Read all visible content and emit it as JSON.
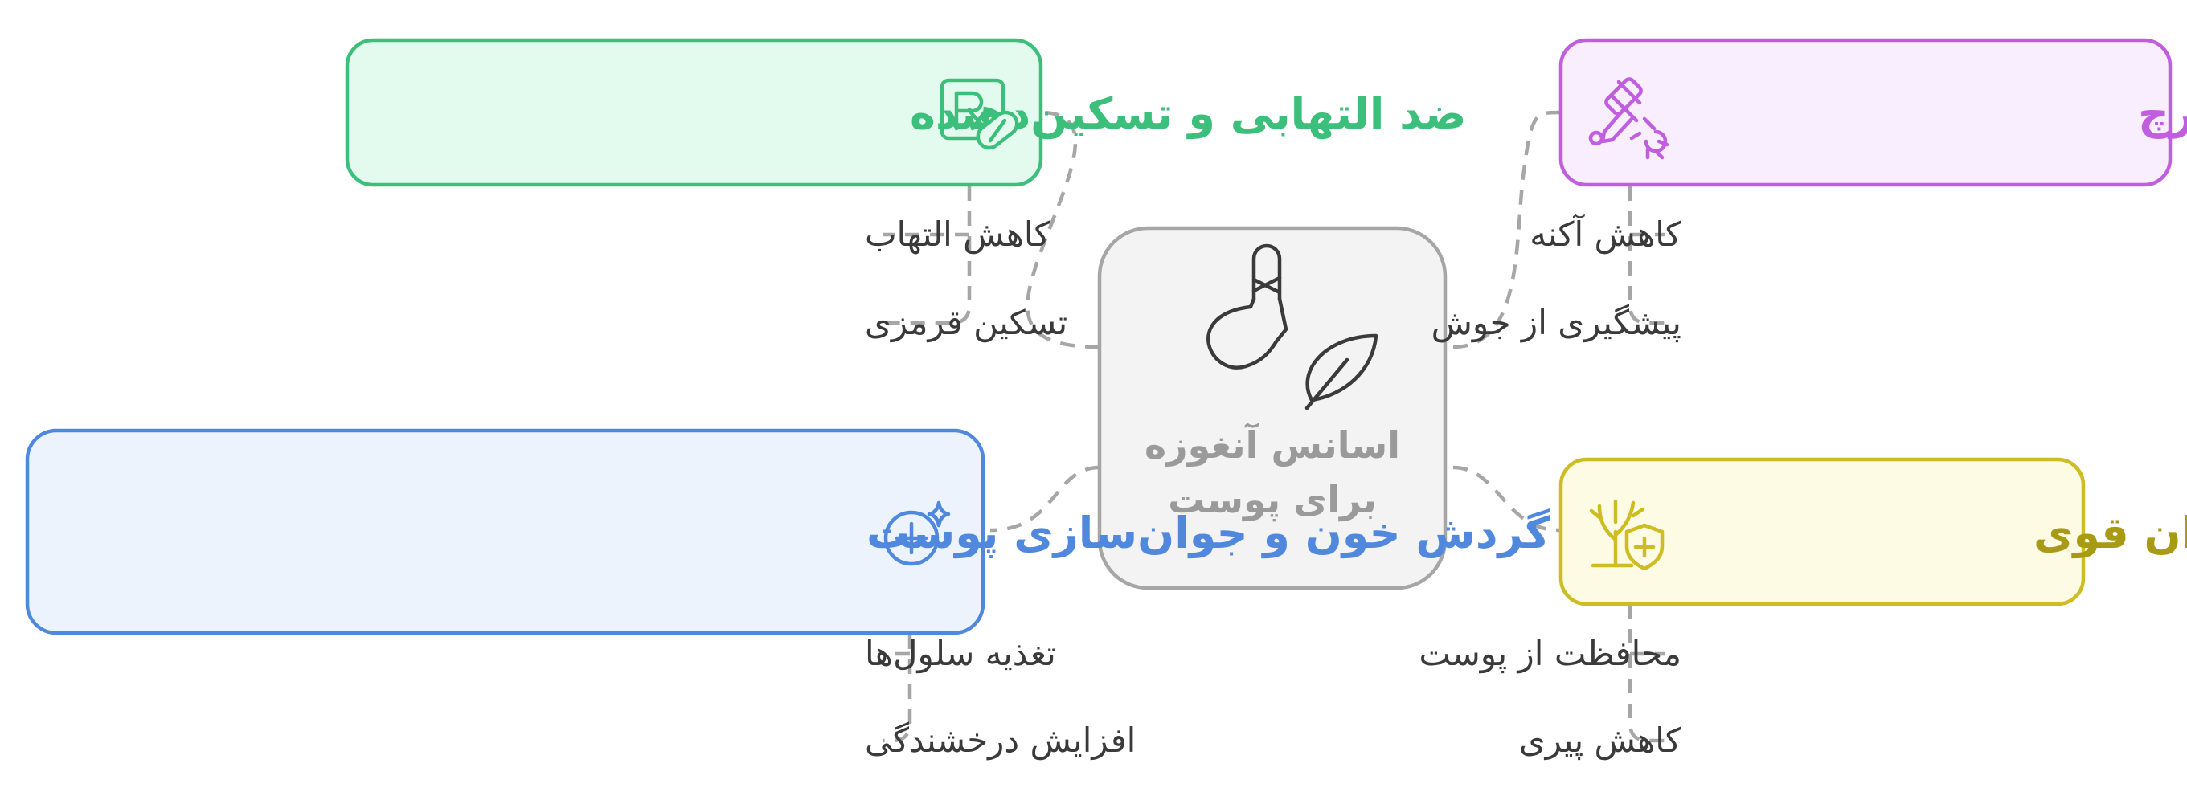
{
  "center": {
    "line1": "اسانس آنغوزه",
    "line2": "برای پوست"
  },
  "branches": {
    "anti_inflammatory": {
      "title": "ضد التهابی و تسکین‌دهنده",
      "items": [
        "کاهش التهاب",
        "تسکین قرمزی"
      ],
      "icon": "prescription-pill-icon"
    },
    "antibacterial": {
      "title": "ضد باکتری و ضد قارچ",
      "items": [
        "کاهش آکنه",
        "پیشگیری از جوش"
      ],
      "icon": "pipette-bacteria-icon"
    },
    "circulation": {
      "title": "بهبود گردش خون و جوان‌سازی پوست",
      "items": [
        "تغذیه سلول‌ها",
        "افزایش درخشندگی"
      ],
      "icon": "plus-sparkle-icon"
    },
    "antioxidant": {
      "title": "آنتی اکسیدان قوی",
      "items": [
        "محافظت از پوست",
        "کاهش پیری"
      ],
      "icon": "shield-tree-icon"
    }
  },
  "colors": {
    "green": "#3dbf7c",
    "green_fill": "#e3fbef",
    "purple": "#c15ee0",
    "purple_fill": "#f8eefd",
    "blue": "#4f88dc",
    "blue_fill": "#edf3fd",
    "yellow": "#cdbc22",
    "yellow_text": "#a89a15",
    "yellow_fill": "#fdfbe3",
    "gray": "#a6a6a6",
    "gray_fill": "#f3f3f3",
    "text": "#3a3a3a"
  }
}
